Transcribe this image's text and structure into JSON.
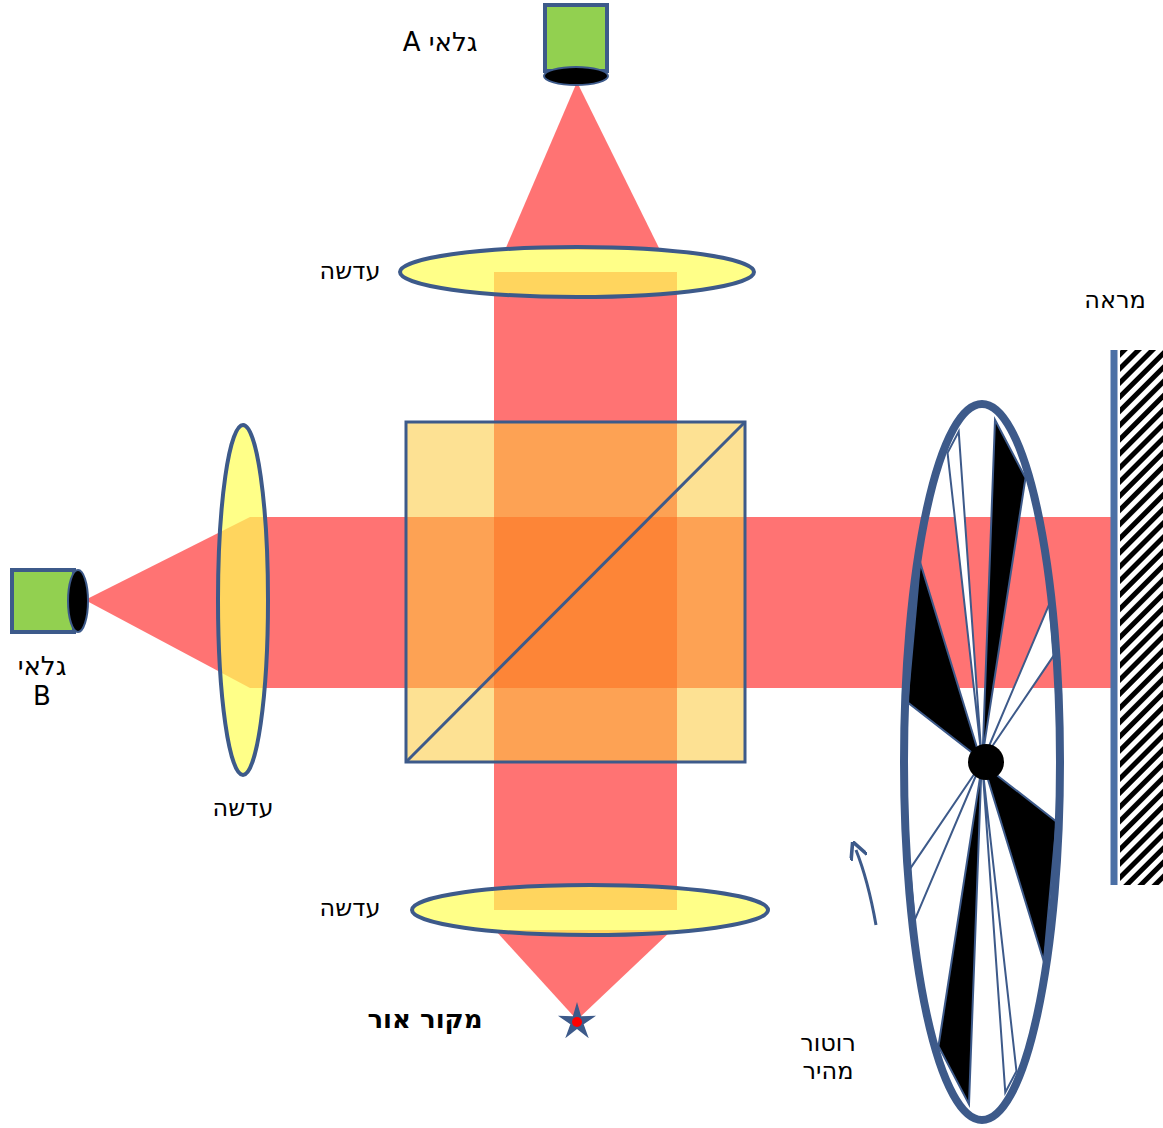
{
  "diagram": {
    "labels": [
      "גלאי A",
      "עדשה",
      "מראה",
      "גלאי B",
      "עדשה",
      "עדשה",
      "מקור אור",
      "רוטור מהיר"
    ]
  }
}
